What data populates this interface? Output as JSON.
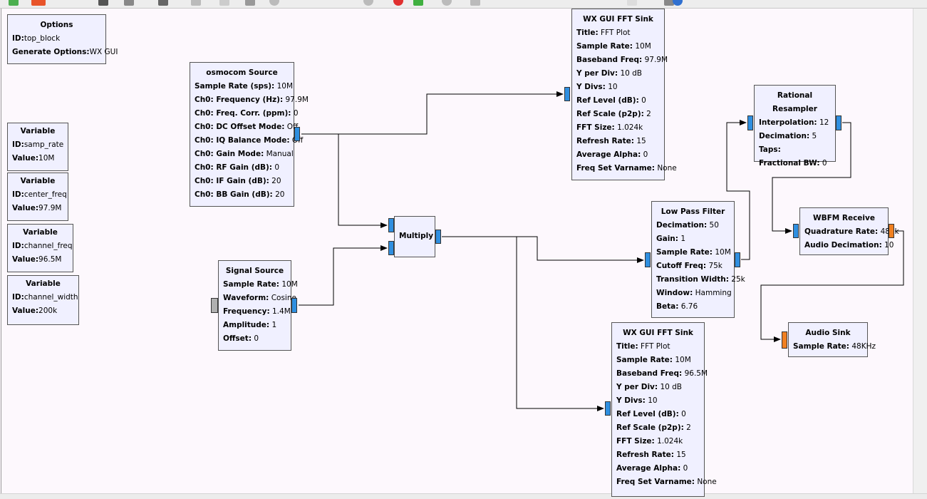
{
  "colors": {
    "complex_port": "#2f8fe0",
    "float_port": "#f08020",
    "message_port": "#b0b0b0",
    "block_bg": "#f0f0ff"
  },
  "options": {
    "title": "Options",
    "params": [
      {
        "k": "ID:",
        "v": "top_block"
      },
      {
        "k": "Generate Options:",
        "v": "WX GUI"
      }
    ]
  },
  "var_samp_rate": {
    "title": "Variable",
    "params": [
      {
        "k": "ID:",
        "v": "samp_rate"
      },
      {
        "k": "Value:",
        "v": "10M"
      }
    ]
  },
  "var_center_freq": {
    "title": "Variable",
    "params": [
      {
        "k": "ID:",
        "v": "center_freq"
      },
      {
        "k": "Value:",
        "v": "97.9M"
      }
    ]
  },
  "var_channel_freq": {
    "title": "Variable",
    "params": [
      {
        "k": "ID:",
        "v": "channel_freq"
      },
      {
        "k": "Value:",
        "v": "96.5M"
      }
    ]
  },
  "var_channel_width": {
    "title": "Variable",
    "params": [
      {
        "k": "ID:",
        "v": "channel_width"
      },
      {
        "k": "Value:",
        "v": "200k"
      }
    ]
  },
  "osmocom": {
    "title": "osmocom Source",
    "params": [
      {
        "k": "Sample Rate (sps):",
        "v": "10M"
      },
      {
        "k": "Ch0: Frequency (Hz):",
        "v": "97.9M"
      },
      {
        "k": "Ch0: Freq. Corr. (ppm):",
        "v": "0"
      },
      {
        "k": "Ch0: DC Offset Mode:",
        "v": "Off"
      },
      {
        "k": "Ch0: IQ Balance Mode:",
        "v": "Off"
      },
      {
        "k": "Ch0: Gain Mode:",
        "v": "Manual"
      },
      {
        "k": "Ch0: RF Gain (dB):",
        "v": "0"
      },
      {
        "k": "Ch0: IF Gain (dB):",
        "v": "20"
      },
      {
        "k": "Ch0: BB Gain (dB):",
        "v": "20"
      }
    ]
  },
  "signal_source": {
    "title": "Signal Source",
    "params": [
      {
        "k": "Sample Rate:",
        "v": "10M"
      },
      {
        "k": "Waveform:",
        "v": "Cosine"
      },
      {
        "k": "Frequency:",
        "v": "1.4M"
      },
      {
        "k": "Amplitude:",
        "v": "1"
      },
      {
        "k": "Offset:",
        "v": "0"
      }
    ]
  },
  "multiply": {
    "title": "Multiply",
    "params": []
  },
  "fft_sink_1": {
    "title": "WX GUI FFT Sink",
    "params": [
      {
        "k": "Title:",
        "v": "FFT Plot"
      },
      {
        "k": "Sample Rate:",
        "v": "10M"
      },
      {
        "k": "Baseband Freq:",
        "v": "97.9M"
      },
      {
        "k": "Y per Div:",
        "v": "10 dB"
      },
      {
        "k": "Y Divs:",
        "v": "10"
      },
      {
        "k": "Ref Level (dB):",
        "v": "0"
      },
      {
        "k": "Ref Scale (p2p):",
        "v": "2"
      },
      {
        "k": "FFT Size:",
        "v": "1.024k"
      },
      {
        "k": "Refresh Rate:",
        "v": "15"
      },
      {
        "k": "Average Alpha:",
        "v": "0"
      },
      {
        "k": "Freq Set Varname:",
        "v": "None"
      }
    ]
  },
  "fft_sink_2": {
    "title": "WX GUI FFT Sink",
    "params": [
      {
        "k": "Title:",
        "v": "FFT Plot"
      },
      {
        "k": "Sample Rate:",
        "v": "10M"
      },
      {
        "k": "Baseband Freq:",
        "v": "96.5M"
      },
      {
        "k": "Y per Div:",
        "v": "10 dB"
      },
      {
        "k": "Y Divs:",
        "v": "10"
      },
      {
        "k": "Ref Level (dB):",
        "v": "0"
      },
      {
        "k": "Ref Scale (p2p):",
        "v": "2"
      },
      {
        "k": "FFT Size:",
        "v": "1.024k"
      },
      {
        "k": "Refresh Rate:",
        "v": "15"
      },
      {
        "k": "Average Alpha:",
        "v": "0"
      },
      {
        "k": "Freq Set Varname:",
        "v": "None"
      }
    ]
  },
  "low_pass": {
    "title": "Low Pass Filter",
    "params": [
      {
        "k": "Decimation:",
        "v": "50"
      },
      {
        "k": "Gain:",
        "v": "1"
      },
      {
        "k": "Sample Rate:",
        "v": "10M"
      },
      {
        "k": "Cutoff Freq:",
        "v": "75k"
      },
      {
        "k": "Transition Width:",
        "v": "25k"
      },
      {
        "k": "Window:",
        "v": "Hamming"
      },
      {
        "k": "Beta:",
        "v": "6.76"
      }
    ]
  },
  "resampler": {
    "title": "Rational Resampler",
    "params": [
      {
        "k": "Interpolation:",
        "v": "12"
      },
      {
        "k": "Decimation:",
        "v": "5"
      },
      {
        "k": "Taps:",
        "v": ""
      },
      {
        "k": "Fractional BW:",
        "v": "0"
      }
    ]
  },
  "wbfm": {
    "title": "WBFM Receive",
    "params": [
      {
        "k": "Quadrature Rate:",
        "v": "480k"
      },
      {
        "k": "Audio Decimation:",
        "v": "10"
      }
    ]
  },
  "audio_sink": {
    "title": "Audio Sink",
    "params": [
      {
        "k": "Sample Rate:",
        "v": "48KHz"
      }
    ]
  }
}
